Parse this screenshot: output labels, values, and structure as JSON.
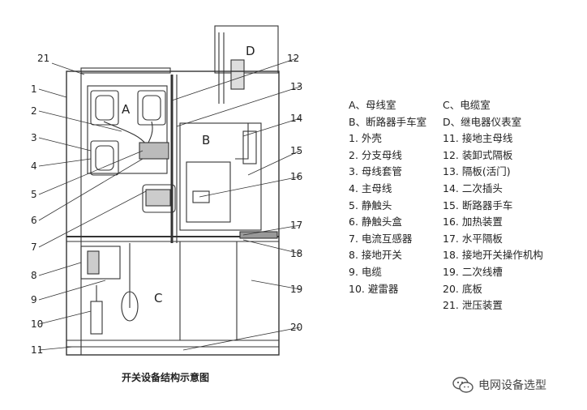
{
  "diagram": {
    "section_labels": {
      "A": "A",
      "B": "B",
      "C": "C",
      "D": "D"
    },
    "callouts": [
      "21",
      "1",
      "2",
      "3",
      "4",
      "5",
      "6",
      "7",
      "8",
      "9",
      "10",
      "11",
      "12",
      "13",
      "14",
      "15",
      "16",
      "17",
      "18",
      "19",
      "20"
    ]
  },
  "legend": {
    "left": [
      "A、母线室",
      "B、断路器手车室",
      "1. 外壳",
      "2. 分支母线",
      "3. 母线套管",
      "4. 主母线",
      "5. 静触头",
      "6. 静触头盒",
      "7. 电流互感器",
      "8. 接地开关",
      "9. 电缆",
      "10. 避雷器"
    ],
    "right": [
      "C、电缆室",
      "D、继电器仪表室",
      "11. 接地主母线",
      "12. 装卸式隔板",
      "13. 隔板(活门)",
      "14. 二次插头",
      "15. 断路器手车",
      "16. 加热装置",
      "17. 水平隔板",
      "18. 接地开关操作机构",
      "19. 二次线槽",
      "20. 底板",
      "21. 泄压装置"
    ]
  },
  "caption": "开关设备结构示意图",
  "watermark": {
    "text": "电网设备选型",
    "icon": "wechat-icon"
  }
}
